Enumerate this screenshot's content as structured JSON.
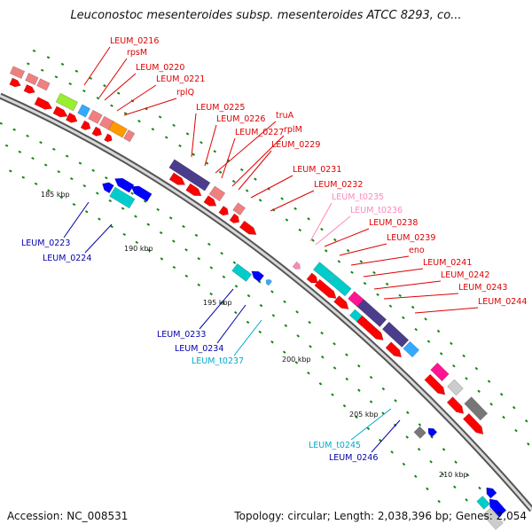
{
  "title": "Leuconostoc mesenteroides subsp. mesenteroides ATCC 8293, co...",
  "footer": {
    "accession": "Accession: NC_008531",
    "topology": "Topology: circular; Length: 2,038,396 bp; Genes: 2,054"
  },
  "colors": {
    "label_red": "#dd0000",
    "label_pink": "#ff88bb",
    "label_blue": "#0000aa",
    "label_cyan": "#00aacc",
    "backbone": "#888888",
    "tick_green": "#118811",
    "forward_cds": "#ff0000",
    "reverse_cds": "#0000ff",
    "rrna": "#00cccc",
    "rna_pink": "#ff88bb",
    "salmon_cog": "#f08080",
    "purple_cog": "#4b3c8c",
    "magenta_cog": "#ff1493",
    "lime_cog": "#99ee33",
    "orange_cog": "#ff9900",
    "sky_cog": "#33aaff",
    "gray_cog": "#777777",
    "lightgray_cog": "#cccccc"
  },
  "kbp_labels": [
    "185 kbp",
    "190 kbp",
    "195 kbp",
    "200 kbp",
    "205 kbp",
    "210 kbp"
  ],
  "gene_labels": [
    {
      "name": "LEUM_0216",
      "color": "red"
    },
    {
      "name": "rpsM",
      "color": "red"
    },
    {
      "name": "LEUM_0220",
      "color": "red"
    },
    {
      "name": "LEUM_0221",
      "color": "red"
    },
    {
      "name": "rplQ",
      "color": "red"
    },
    {
      "name": "LEUM_0225",
      "color": "red"
    },
    {
      "name": "LEUM_0226",
      "color": "red"
    },
    {
      "name": "truA",
      "color": "red"
    },
    {
      "name": "LEUM_0227",
      "color": "red"
    },
    {
      "name": "rplM",
      "color": "red"
    },
    {
      "name": "LEUM_0229",
      "color": "red"
    },
    {
      "name": "LEUM_0231",
      "color": "red"
    },
    {
      "name": "LEUM_0232",
      "color": "red"
    },
    {
      "name": "LEUM_t0235",
      "color": "pink"
    },
    {
      "name": "LEUM_t0236",
      "color": "pink"
    },
    {
      "name": "LEUM_0238",
      "color": "red"
    },
    {
      "name": "LEUM_0239",
      "color": "red"
    },
    {
      "name": "eno",
      "color": "red"
    },
    {
      "name": "LEUM_0241",
      "color": "red"
    },
    {
      "name": "LEUM_0242",
      "color": "red"
    },
    {
      "name": "LEUM_0243",
      "color": "red"
    },
    {
      "name": "LEUM_0244",
      "color": "red"
    },
    {
      "name": "LEUM_0223",
      "color": "blue"
    },
    {
      "name": "LEUM_0224",
      "color": "blue"
    },
    {
      "name": "LEUM_0233",
      "color": "blue"
    },
    {
      "name": "LEUM_0234",
      "color": "blue"
    },
    {
      "name": "LEUM_t0237",
      "color": "cyan"
    },
    {
      "name": "LEUM_t0245",
      "color": "cyan"
    },
    {
      "name": "LEUM_0246",
      "color": "blue"
    }
  ]
}
